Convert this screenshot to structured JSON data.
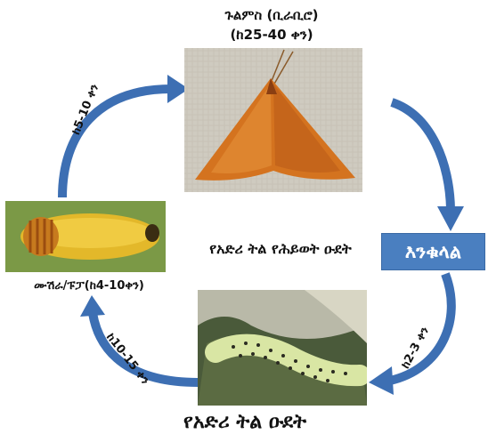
{
  "caption": "የአድሪ ትል ዑደት",
  "center_label": "የአድሪ ትል የሕይወት ዑደት",
  "stages": {
    "adult": {
      "name": "ጉልምስ (ቢራቢሮ)",
      "duration": "(ከ25-40 ቀን)"
    },
    "egg": {
      "name": "እንቁላል"
    },
    "pupa": {
      "name": "ሙሽራ/ፑፓ(ከ4-10ቀን)"
    }
  },
  "transitions": {
    "pupa_to_adult": "ከ5-10 ቀን",
    "egg_to_larva": "ከ2-3 ቀን",
    "larva_to_pupa": "ከ10-15 ቀን"
  },
  "colors": {
    "arrow": "#3d6fb3",
    "egg_box": "#4a7fc0",
    "moth": "#d4731f"
  },
  "icons": [
    "moth-photo",
    "pupa-photo",
    "larva-photo"
  ]
}
